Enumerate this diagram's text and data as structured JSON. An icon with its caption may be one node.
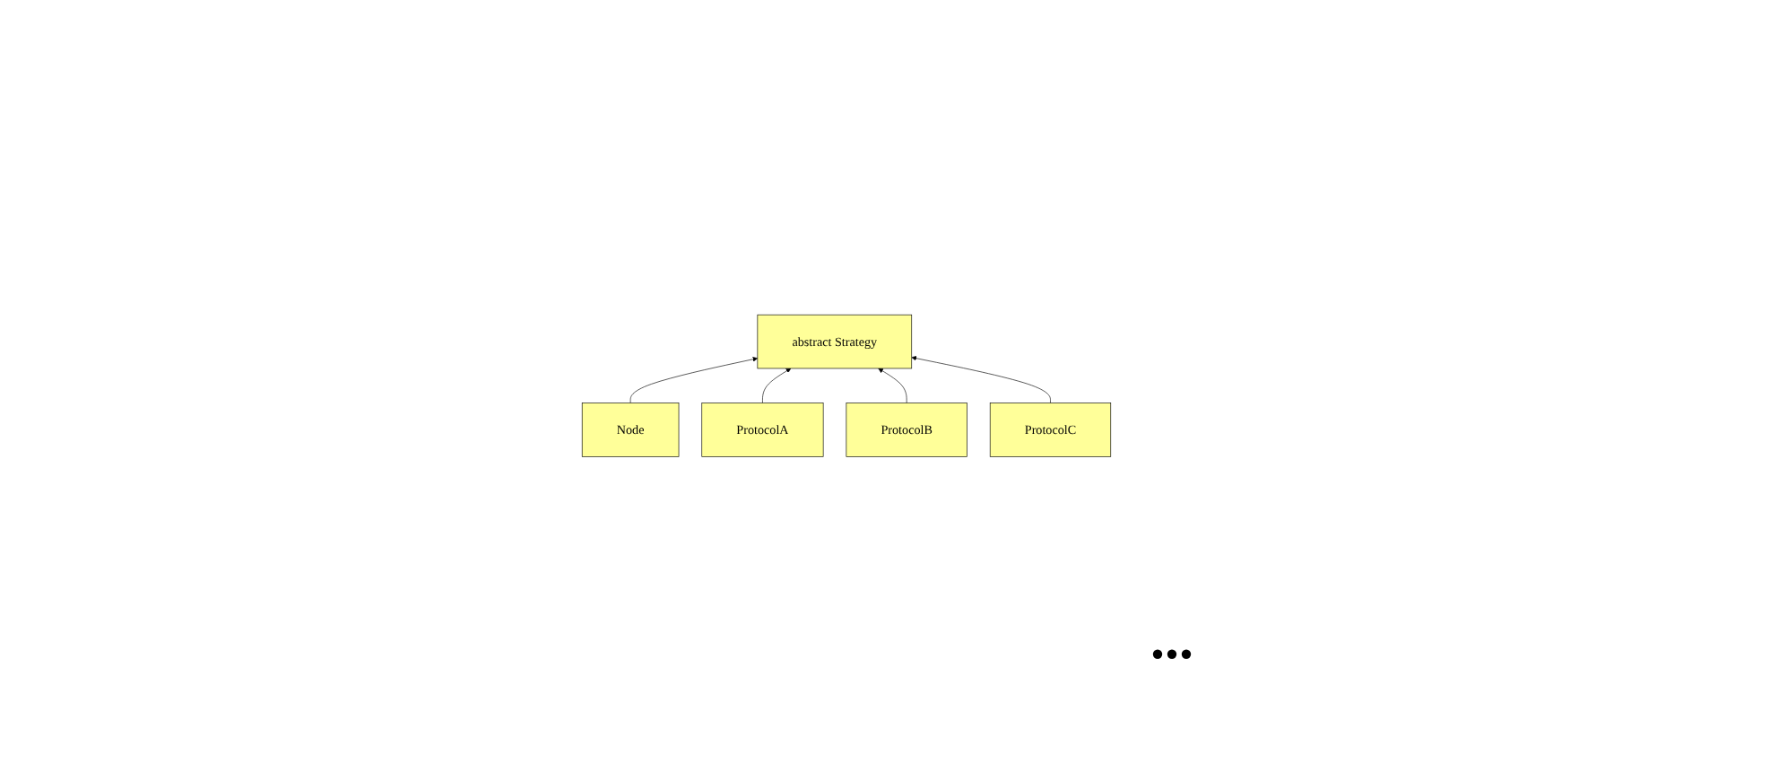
{
  "diagram": {
    "nodes": [
      {
        "text": [
          "Node"
        ]
      },
      {
        "text": [
          "abstract Strategy"
        ]
      },
      {
        "text": [
          "ProtocolA"
        ]
      },
      {
        "text": [
          "ProtocolB"
        ]
      },
      {
        "text": [
          "ProtocolC"
        ]
      }
    ],
    "edges": [
      {
        "from": 0,
        "to": 1,
        "arrow": "to"
      },
      {
        "from": 2,
        "to": 1,
        "arrow": "to"
      },
      {
        "from": 3,
        "to": 1,
        "arrow": "to"
      },
      {
        "from": 4,
        "to": 1,
        "arrow": "to"
      }
    ],
    "labels": [
      "..."
    ]
  }
}
